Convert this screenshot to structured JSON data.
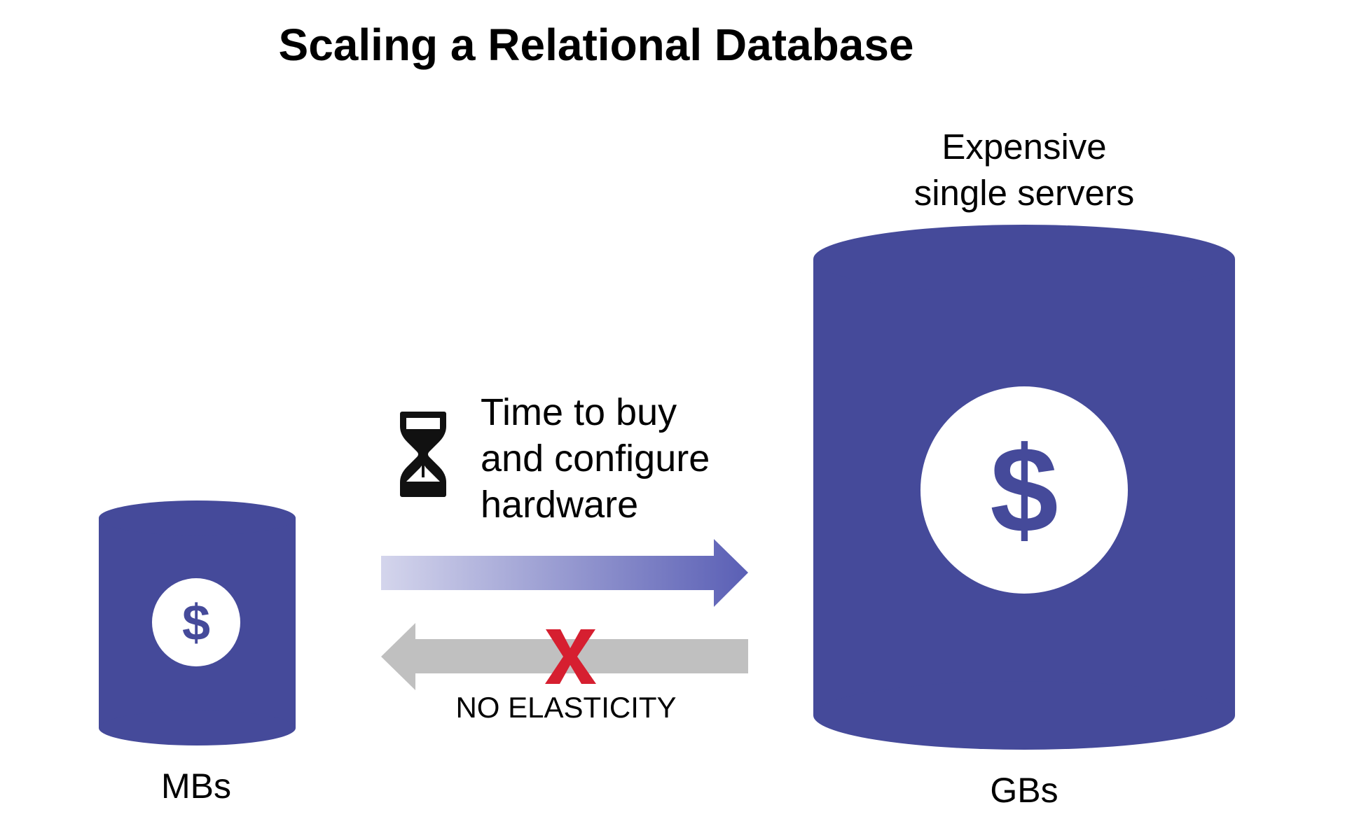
{
  "title": "Scaling a Relational Database",
  "small_db": {
    "label": "MBs",
    "symbol": "$"
  },
  "large_db": {
    "label": "GBs",
    "symbol": "$",
    "caption_line1": "Expensive",
    "caption_line2": "single servers"
  },
  "scale_up": {
    "line1": "Time to buy",
    "line2": "and configure",
    "line3": "hardware",
    "icon": "hourglass-icon"
  },
  "scale_down": {
    "label": "NO ELASTICITY",
    "mark": "X"
  },
  "colors": {
    "db": "#454a9a",
    "arrow_end": "#5a5fb5",
    "arrow_start": "#d4d5ec",
    "gray_arrow": "#c0c0c0",
    "x_mark": "#d61f30"
  }
}
